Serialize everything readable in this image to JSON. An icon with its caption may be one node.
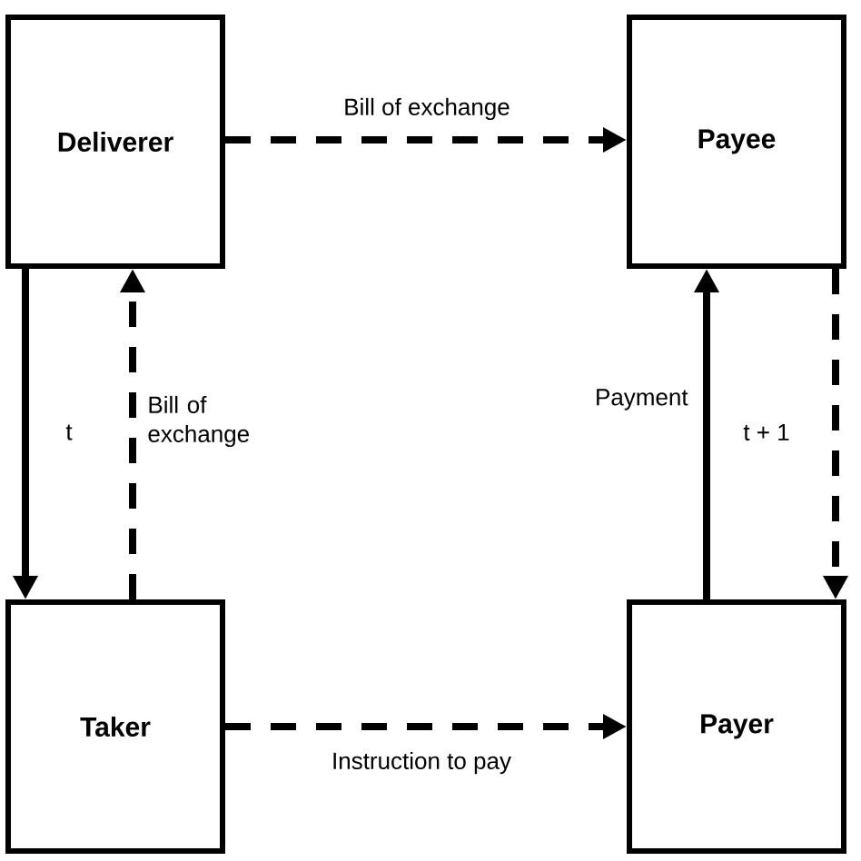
{
  "diagram": {
    "nodes": [
      {
        "text": [
          "Deliverer"
        ]
      },
      {
        "text": [
          "Payee"
        ]
      },
      {
        "text": [
          "Taker"
        ]
      },
      {
        "text": [
          "Payer"
        ]
      }
    ],
    "edges": [
      {
        "from": 0,
        "to": 1,
        "arrow": "to",
        "style": "dashed",
        "label": "Bill of exchange"
      },
      {
        "from": 0,
        "to": 2,
        "arrow": "to"
      },
      {
        "from": 2,
        "to": 0,
        "arrow": "to",
        "style": "dashed",
        "label": "Bill of exchange"
      },
      {
        "from": 2,
        "to": 3,
        "arrow": "to",
        "style": "dashed",
        "label": "Instruction to pay"
      },
      {
        "from": 3,
        "to": 1,
        "arrow": "to",
        "label": "Payment"
      },
      {
        "from": 1,
        "to": 3,
        "arrow": "to",
        "style": "dashed"
      }
    ],
    "labels": [
      "t",
      "t + 1"
    ]
  }
}
